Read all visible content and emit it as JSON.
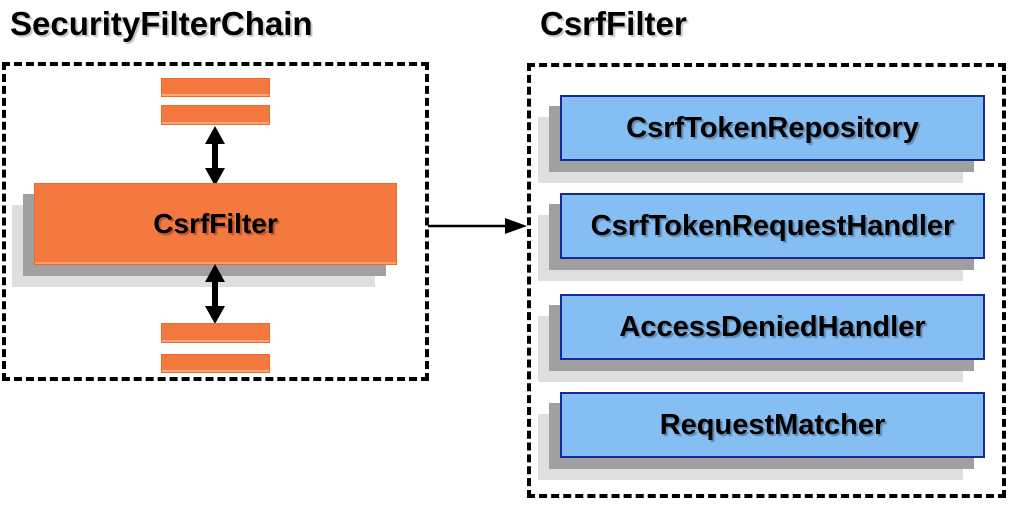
{
  "left_panel": {
    "title": "SecurityFilterChain",
    "csrf_filter_label": "CsrfFilter"
  },
  "right_panel": {
    "title": "CsrfFilter",
    "components": [
      {
        "label": "CsrfTokenRepository"
      },
      {
        "label": "CsrfTokenRequestHandler"
      },
      {
        "label": "AccessDeniedHandler"
      },
      {
        "label": "RequestMatcher"
      }
    ]
  },
  "colors": {
    "orange_fill": "#F4793E",
    "orange_border": "#ED6A2D",
    "blue_fill": "#85BEF2",
    "blue_border": "#16299C",
    "shadow_dark": "#A0A0A0",
    "shadow_light": "#DFDFDF",
    "arrow_black": "#000000"
  }
}
